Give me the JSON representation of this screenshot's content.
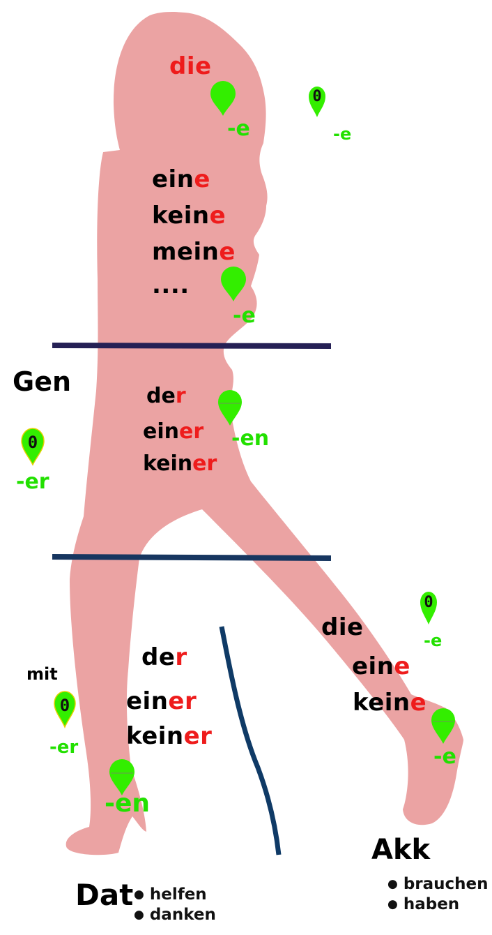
{
  "colors": {
    "silhouette": "#eba3a3",
    "line_top": "#252055",
    "line_mid": "#173660",
    "curve": "#0f3a66",
    "pin": "#33ee00",
    "label_green": "#22e000",
    "ending_red": "#ee1c1c"
  },
  "nominative": {
    "article_die": "die",
    "ein_stem": "ein",
    "ein_end": "e",
    "kein_stem": "kein",
    "kein_end": "e",
    "mein_stem": "mein",
    "mein_end": "e",
    "ellipsis": "....",
    "pin_head_ending": "-e",
    "pin_zero": "0",
    "pin_zero_ending": "-e",
    "pin_chest_ending": "-e"
  },
  "genitive": {
    "case_label": "Gen",
    "der_stem": "de",
    "der_end": "r",
    "einer_stem": "ein",
    "einer_end": "er",
    "keiner_stem": "kein",
    "keiner_end": "er",
    "pin_ending": "-en",
    "pin_zero": "0",
    "pin_zero_ending": "-er"
  },
  "dative": {
    "case_label": "Dat",
    "preposition": "mit",
    "der_stem": "de",
    "der_end": "r",
    "einer_stem": "ein",
    "einer_end": "er",
    "keiner_stem": "kein",
    "keiner_end": "er",
    "pin_zero": "0",
    "pin_zero_ending": "-er",
    "pin_ending": "-en",
    "verbs": [
      "helfen",
      "danken"
    ]
  },
  "accusative": {
    "case_label": "Akk",
    "article_die": "die",
    "eine_stem": "ein",
    "eine_end": "e",
    "keine_stem": "kein",
    "keine_end": "e",
    "pin_zero": "0",
    "pin_zero_ending": "-e",
    "pin_ending": "-e",
    "verbs": [
      "brauchen",
      "haben"
    ]
  }
}
